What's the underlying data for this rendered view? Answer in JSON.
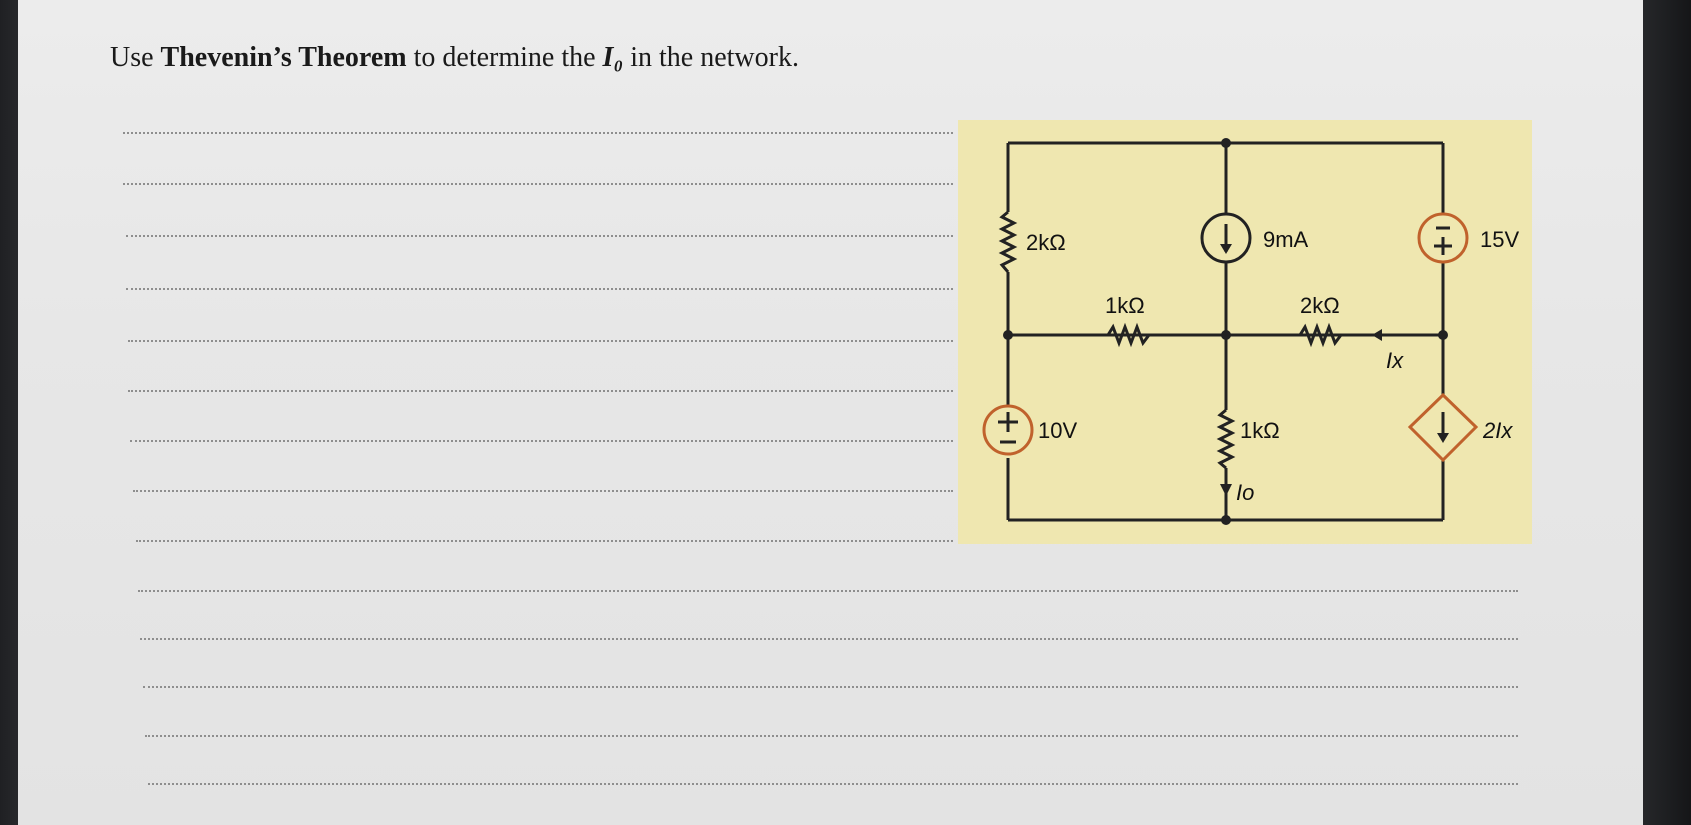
{
  "question": {
    "prefix": "Use ",
    "theorem": "Thevenin’s Theorem",
    "middle": " to determine the ",
    "variable": "I₀",
    "suffix": " in the network."
  },
  "circuit": {
    "labels": {
      "r_2k_left": "2kΩ",
      "current_source": "9mA",
      "voltage_source_15": "15V",
      "r_1k_horizontal": "1kΩ",
      "r_2k_horizontal": "2kΩ",
      "current_ix": "Ix",
      "voltage_source_10": "10V",
      "r_1k_vertical": "1kΩ",
      "dependent_source": "2Ix",
      "current_io": "Io"
    },
    "colors": {
      "background": "#efe7b0",
      "wire": "#222222",
      "source_outline": "#c0622c"
    }
  }
}
